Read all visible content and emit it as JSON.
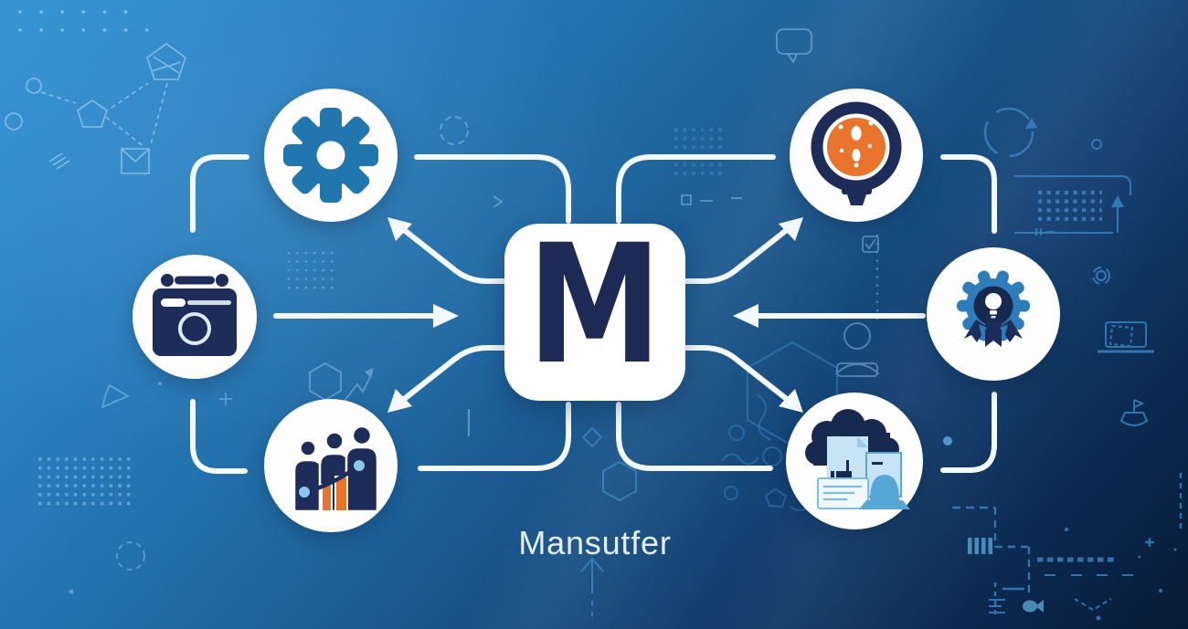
{
  "brand": {
    "logo_letter": "M",
    "name": "Mansutfer"
  },
  "nodes": [
    {
      "position": "top-left",
      "icon": "gear-icon"
    },
    {
      "position": "left",
      "icon": "briefcase-icon"
    },
    {
      "position": "bottom-left",
      "icon": "team-growth-chart-icon"
    },
    {
      "position": "top-right",
      "icon": "lightbulb-icon"
    },
    {
      "position": "right",
      "icon": "award-gear-icon"
    },
    {
      "position": "bottom-right",
      "icon": "documents-cloud-icon"
    }
  ],
  "colors": {
    "background_top_left": "#3694d4",
    "background_bottom_right": "#081b36",
    "node_fill": "#fdfdfd",
    "connector_white": "#f3f9fe",
    "accent_blue": "#2176ad",
    "navy": "#1d2c58",
    "orange": "#e8752c",
    "light_blue": "#8cc6ec"
  }
}
